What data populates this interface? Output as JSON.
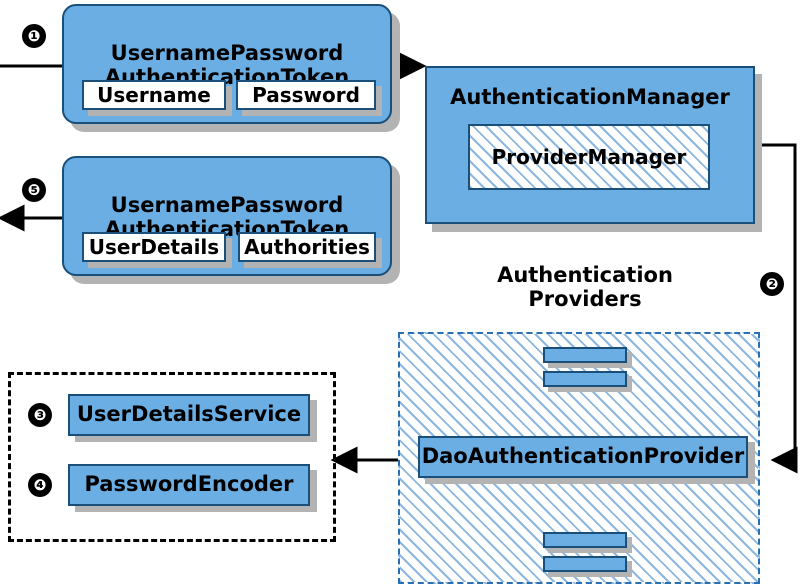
{
  "diagram": {
    "title_hidden": "",
    "markers": [
      {
        "id": "m1",
        "label": "❶"
      },
      {
        "id": "m2",
        "label": "❷"
      },
      {
        "id": "m3",
        "label": "❸"
      },
      {
        "id": "m4",
        "label": "❹"
      },
      {
        "id": "m5",
        "label": "❺"
      }
    ],
    "token_request": {
      "title_line1": "UsernamePassword",
      "title_line2": "AuthenticationToken",
      "field1": "Username",
      "field2": "Password"
    },
    "token_response": {
      "title_line1": "UsernamePassword",
      "title_line2": "AuthenticationToken",
      "field1": "UserDetails",
      "field2": "Authorities"
    },
    "authentication_manager": {
      "title": "AuthenticationManager",
      "inner": "ProviderManager"
    },
    "providers_group": {
      "label_line1": "Authentication",
      "label_line2": "Providers",
      "main_provider": "DaoAuthenticationProvider"
    },
    "services_group": {
      "item1": "UserDetailsService",
      "item2": "PasswordEncoder"
    },
    "colors": {
      "node_fill": "#6aaee4",
      "node_border": "#1a4f7a",
      "dashed_blue": "#2a6fb0",
      "dashed_black": "#000000",
      "shadow": "#b3b3b3",
      "background": "#ffffff"
    }
  }
}
